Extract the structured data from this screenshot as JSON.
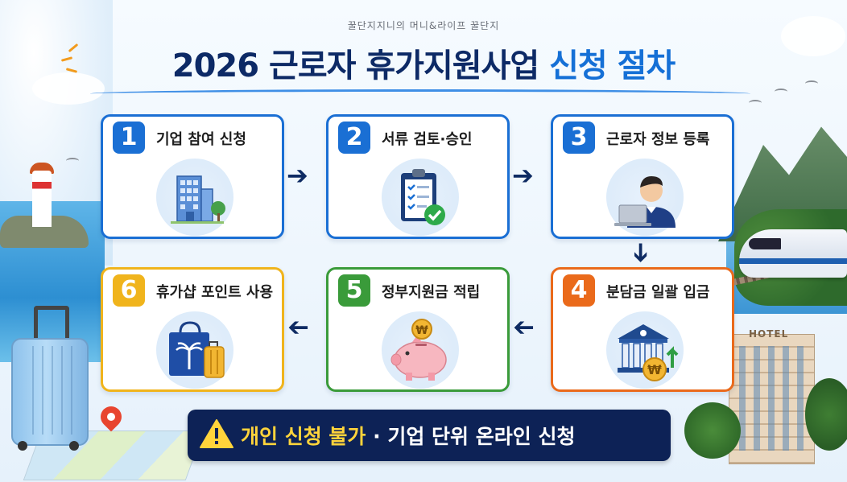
{
  "header": {
    "subtitle": "꿀단지지니의 머니&라이프 꿀단지",
    "title_main": "2026 근로자 휴가지원사업 ",
    "title_highlight": "신청 절차"
  },
  "steps": [
    {
      "number": "1",
      "label": "기업 참여 신청",
      "icon": "office-building-icon",
      "color": "#1a6fd4"
    },
    {
      "number": "2",
      "label": "서류 검토·승인",
      "icon": "clipboard-check-icon",
      "color": "#1a6fd4"
    },
    {
      "number": "3",
      "label": "근로자 정보 등록",
      "icon": "worker-laptop-icon",
      "color": "#1a6fd4"
    },
    {
      "number": "4",
      "label": "분담금 일괄 입금",
      "icon": "bank-coin-icon",
      "color": "#ea6a1b"
    },
    {
      "number": "5",
      "label": "정부지원금 적립",
      "icon": "piggy-bank-icon",
      "color": "#3a9b3a"
    },
    {
      "number": "6",
      "label": "휴가샵 포인트 사용",
      "icon": "shopping-bag-luggage-icon",
      "color": "#f0b41c"
    }
  ],
  "notice": {
    "icon": "warning-icon",
    "highlight": "개인 신청 불가",
    "rest": " · 기업 단위 온라인 신청"
  },
  "scenery": {
    "hotel_sign": "HOTEL"
  }
}
